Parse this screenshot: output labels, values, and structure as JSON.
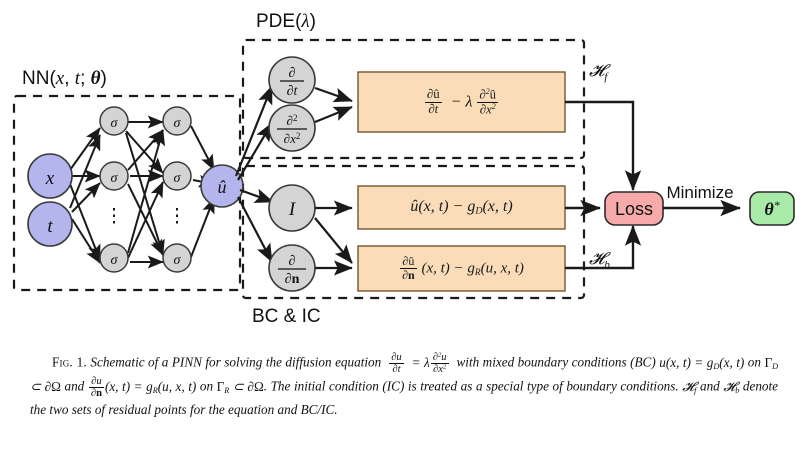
{
  "figure": {
    "groups": {
      "nn_label": "NN(x, t; θ)",
      "pde_label": "PDE(λ)",
      "bcic_label": "BC & IC"
    },
    "network": {
      "input_nodes": [
        {
          "id": "x",
          "label": "x"
        },
        {
          "id": "t",
          "label": "t"
        }
      ],
      "hidden_layers": [
        {
          "nodes": [
            "σ",
            "σ",
            "σ"
          ],
          "ellipsis": "⋮"
        },
        {
          "nodes": [
            "σ",
            "σ",
            "σ"
          ],
          "ellipsis": "⋮"
        }
      ],
      "output_node": {
        "id": "uhat",
        "label": "û"
      }
    },
    "operators": {
      "pde": [
        {
          "id": "d_dt",
          "num": "∂",
          "den": "∂t"
        },
        {
          "id": "d2_dx2",
          "num": "∂²",
          "den": "∂x²"
        }
      ],
      "bcic": [
        {
          "id": "identity",
          "label": "I"
        },
        {
          "id": "d_dn",
          "num": "∂",
          "den": "∂n"
        }
      ]
    },
    "residual_boxes": [
      {
        "id": "pde-residual",
        "expr": "∂û/∂t − λ ∂²û/∂x²"
      },
      {
        "id": "dirichlet-residual",
        "expr": "û(x,t) − g_D(x,t)"
      },
      {
        "id": "robin-residual",
        "expr": "∂û/∂n(x,t) − g_R(u,x,t)"
      }
    ],
    "residual_sets": [
      {
        "id": "tf",
        "label": "𝒯_f"
      },
      {
        "id": "tb",
        "label": "𝒯_b"
      }
    ],
    "loss_box": "Loss",
    "minimize_label": "Minimize",
    "theta_box": "θ*"
  },
  "colors": {
    "input_node": "#b5b5ee",
    "output_node": "#b5b5ee",
    "hidden_node": "#d4d4d4",
    "operator_node": "#d4d4d4",
    "residual_box": "#fadcb8",
    "loss_box": "#f7aaaa",
    "theta_box": "#a8eaa8",
    "stroke": "#1a1a1a"
  },
  "caption": {
    "fig_label": "Fig. 1.",
    "text": "Schematic of a PINN for solving the diffusion equation ∂u/∂t = λ ∂²u/∂x² with mixed boundary conditions (BC) u(x,t) = g_D(x,t) on Γ_D ⊂ ∂Ω and ∂u/∂n(x,t) = g_R(u,x,t) on Γ_R ⊂ ∂Ω. The initial condition (IC) is treated as a special type of boundary conditions. 𝒯_f and 𝒯_b denote the two sets of residual points for the equation and BC/IC.",
    "segments": {
      "s1": "Schematic of a PINN for solving the diffusion equation ",
      "s2": " with mixed boundary conditions (BC) ",
      "s3": " on ",
      "s4": " and ",
      "s5": " on ",
      "s6": ". The initial condition (IC) is treated as a special type of boundary conditions. ",
      "s7": " and ",
      "s8": " denote the two sets of residual points for the equation and BC/IC."
    }
  }
}
